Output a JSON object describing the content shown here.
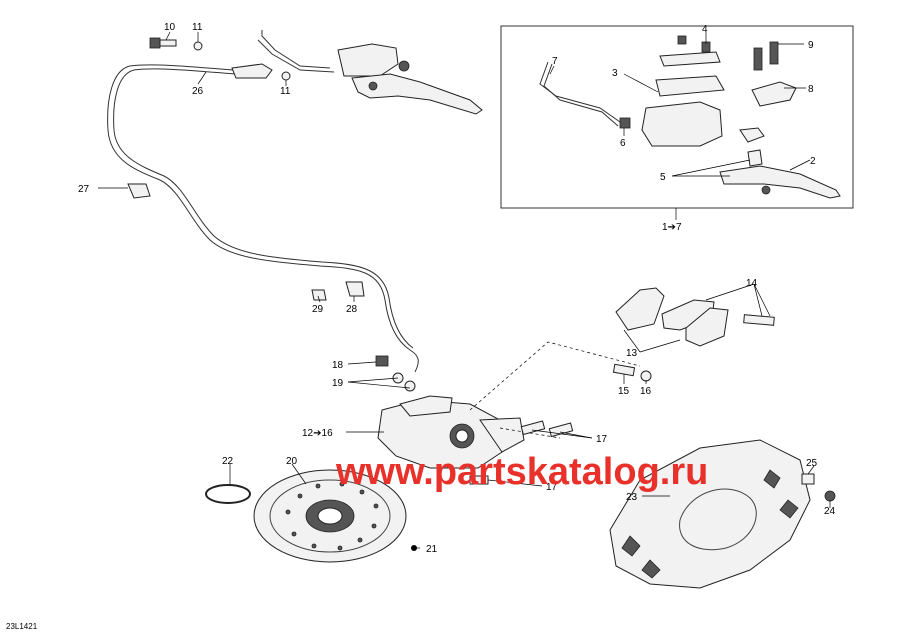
{
  "watermark": "www.partskatalog.ru",
  "diagram_code": "23L1421",
  "assembly_label": "1➔7",
  "labels": {
    "n10": "10",
    "n11a": "11",
    "n26": "26",
    "n11b": "11",
    "n27": "27",
    "n29": "29",
    "n28": "28",
    "n18": "18",
    "n19": "19",
    "n12_16": "12➔16",
    "n22": "22",
    "n20": "20",
    "n21": "21",
    "n17a": "17",
    "n17b": "17",
    "n15": "15",
    "n16": "16",
    "n13": "13",
    "n14": "14",
    "n23": "23",
    "n25": "25",
    "n24": "24",
    "n7": "7",
    "n3": "3",
    "n4": "4",
    "n9": "9",
    "n8": "8",
    "n6": "6",
    "n2": "2",
    "n5": "5"
  }
}
